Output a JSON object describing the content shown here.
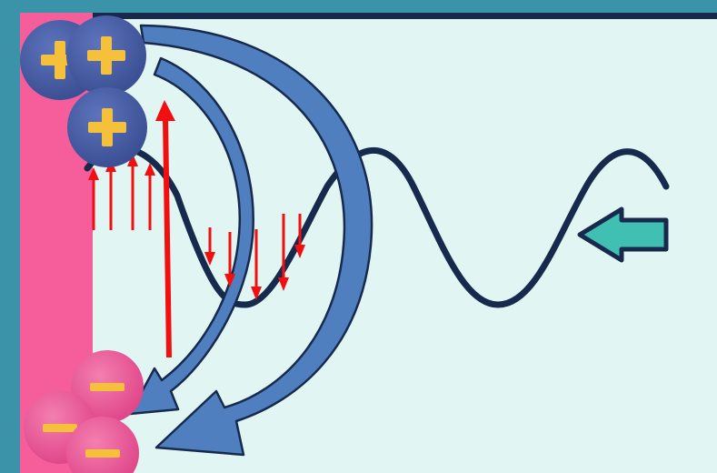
{
  "colors": {
    "frame": "#3a93a8",
    "panel": "#e1f5f3",
    "top_border": "#172a4d",
    "wall": "#f55e9b",
    "wave": "#172a4d",
    "field_arrows": "#f20f0f",
    "curved_arrows": "#4f7fbf",
    "curved_arrow_outline": "#172a4d",
    "incoming_arrow": "#3fc0b2",
    "positive_charge": "#4a5fa6",
    "negative_charge": "#ec5a96",
    "sign": "#f5c13a"
  },
  "icons": {
    "positive_charge": "plus-charge-icon",
    "negative_charge": "minus-charge-icon",
    "incoming_wave_arrow": "left-arrow-icon"
  },
  "charges": {
    "positive_count": 3,
    "negative_count": 3
  },
  "field_arrows": {
    "up_count": 4,
    "down_count": 5
  }
}
